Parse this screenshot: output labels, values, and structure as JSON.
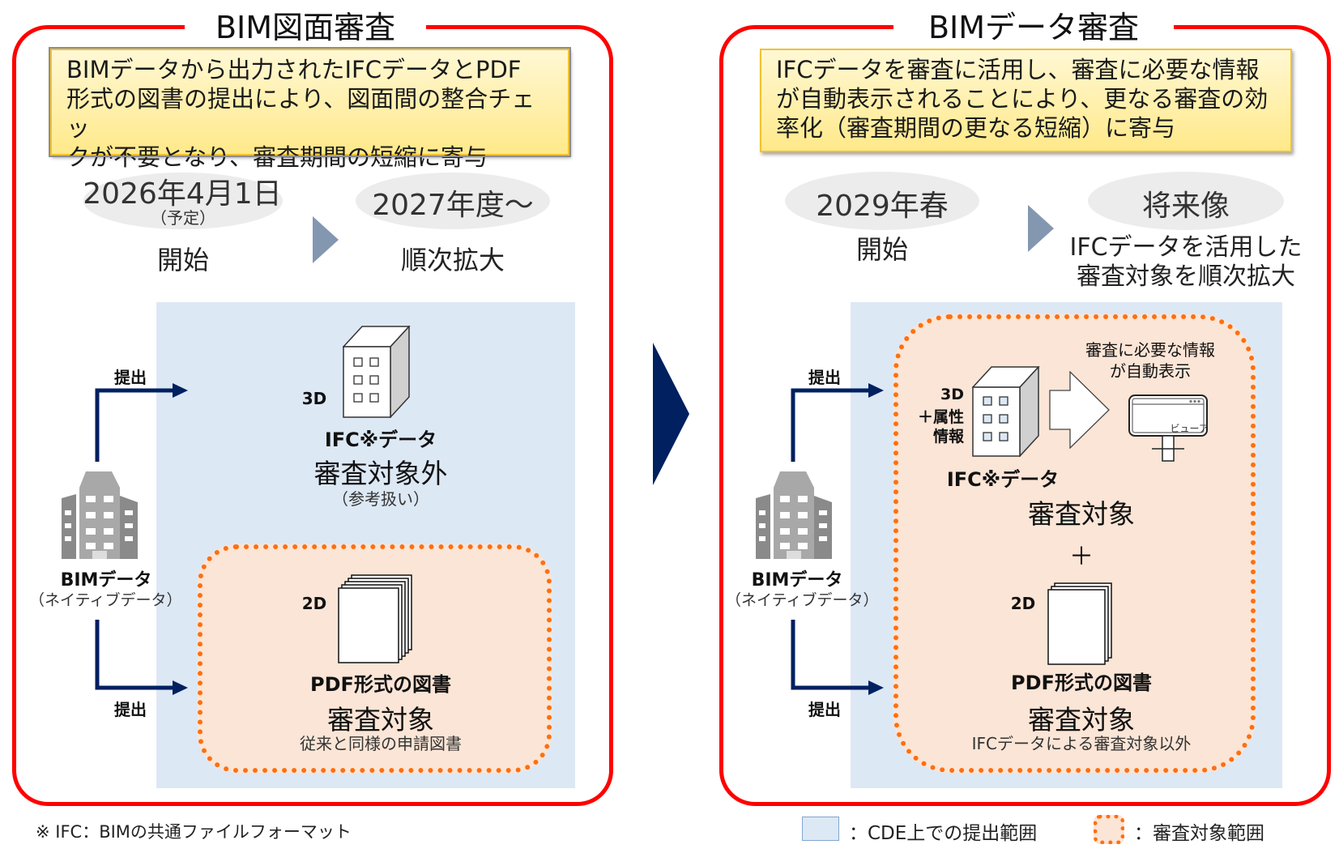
{
  "left_panel": {
    "title": "BIM図面審査",
    "summary_lines": [
      "BIMデータから出力されたIFCデータとPDF",
      "形式の図書の提出により、図面間の整合チェッ",
      "クが不要となり、審査期間の短縮に寄与"
    ],
    "timeline": {
      "start_date": "2026年4月1日",
      "start_note": "（予定）",
      "start_label": "開始",
      "next_date": "2027年度～",
      "next_label": "順次拡大"
    },
    "bim_source": {
      "title": "BIMデータ",
      "subtitle": "（ネイティブデータ）"
    },
    "submit_top": "提出",
    "submit_bottom": "提出",
    "ifc": {
      "dim_label": "3D",
      "title": "IFC※データ",
      "status": "審査対象外",
      "note": "（参考扱い）"
    },
    "pdf": {
      "dim_label": "2D",
      "title": "PDF形式の図書",
      "status": "審査対象",
      "note": "従来と同様の申請図書"
    }
  },
  "right_panel": {
    "title": "BIMデータ審査",
    "summary_lines": [
      "IFCデータを審査に活用し、審査に必要な情報",
      "が自動表示されることにより、更なる審査の効",
      "率化（審査期間の更なる短縮）に寄与"
    ],
    "timeline": {
      "start_date": "2029年春",
      "start_label": "開始",
      "next_date": "将来像",
      "next_label_lines": [
        "IFCデータを活用した",
        "審査対象を順次拡大"
      ]
    },
    "bim_source": {
      "title": "BIMデータ",
      "subtitle": "（ネイティブデータ）"
    },
    "submit_top": "提出",
    "submit_bottom": "提出",
    "ifc": {
      "dim_label_lines": [
        "3D",
        "＋属性",
        "情報"
      ],
      "title": "IFC※データ",
      "status": "審査対象"
    },
    "auto_display_lines": [
      "審査に必要な情報",
      "が自動表示"
    ],
    "viewer_label": "ビューア",
    "plus": "＋",
    "pdf": {
      "dim_label": "2D",
      "title": "PDF形式の図書",
      "status": "審査対象",
      "note": "IFCデータによる審査対象以外"
    }
  },
  "footnote": "※ IFC：BIMの共通ファイルフォーマット",
  "legend": [
    {
      "label": "：CDE上での提出範囲"
    },
    {
      "label": "：審査対象範囲"
    }
  ],
  "colors": {
    "frame": "#ff0000",
    "arrow": "#002060",
    "cde_area": "#dde8f5",
    "review_area": "#fbe5d6",
    "review_border": "#ff6f0f",
    "timeline_arrow": "#8497b0"
  }
}
